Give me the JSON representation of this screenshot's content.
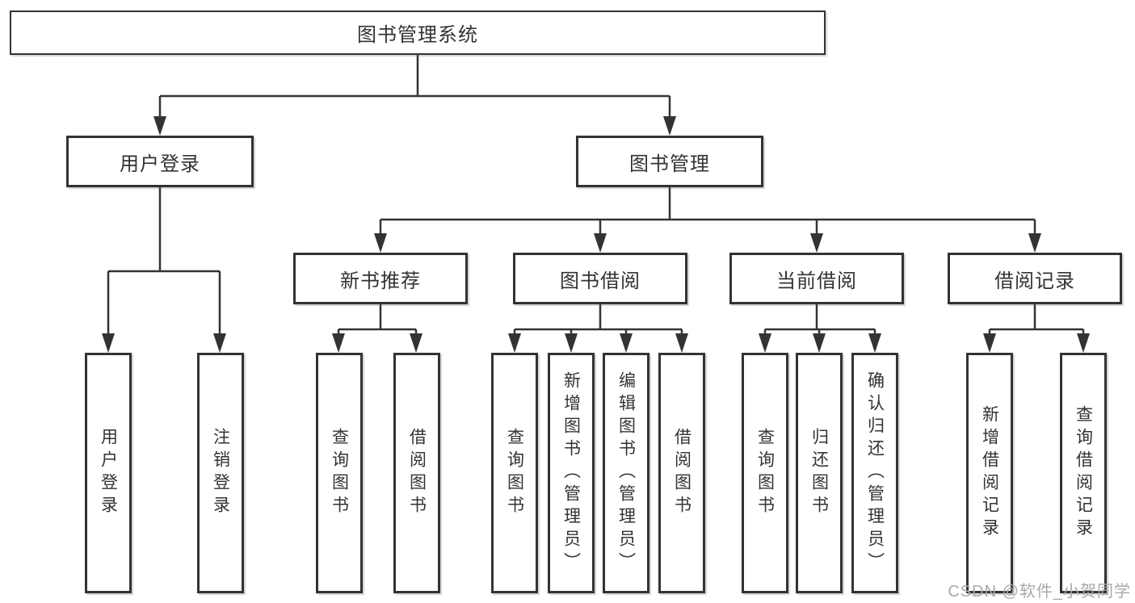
{
  "diagram": {
    "root": {
      "label": "图书管理系统"
    },
    "branches": {
      "user_login": {
        "label": "用户登录",
        "children": [
          {
            "label": "用户登录"
          },
          {
            "label": "注销登录"
          }
        ]
      },
      "book_management": {
        "label": "图书管理",
        "groups": [
          {
            "label": "新书推荐",
            "children": [
              {
                "label": "查询图书"
              },
              {
                "label": "借阅图书"
              }
            ]
          },
          {
            "label": "图书借阅",
            "children": [
              {
                "label": "查询图书"
              },
              {
                "label": "新增图书（管理员）"
              },
              {
                "label": "编辑图书（管理员）"
              },
              {
                "label": "借阅图书"
              }
            ]
          },
          {
            "label": "当前借阅",
            "children": [
              {
                "label": "查询图书"
              },
              {
                "label": "归还图书"
              },
              {
                "label": "确认归还（管理员）"
              }
            ]
          },
          {
            "label": "借阅记录",
            "children": [
              {
                "label": "新增借阅记录"
              },
              {
                "label": "查询借阅记录"
              }
            ]
          }
        ]
      }
    }
  },
  "watermark": {
    "text": "CSDN @软件_小贺同学"
  },
  "colors": {
    "line_color": "#333333",
    "text_color": "#333333",
    "watermark_color": "#a9a9ad",
    "background": "#ffffff"
  }
}
